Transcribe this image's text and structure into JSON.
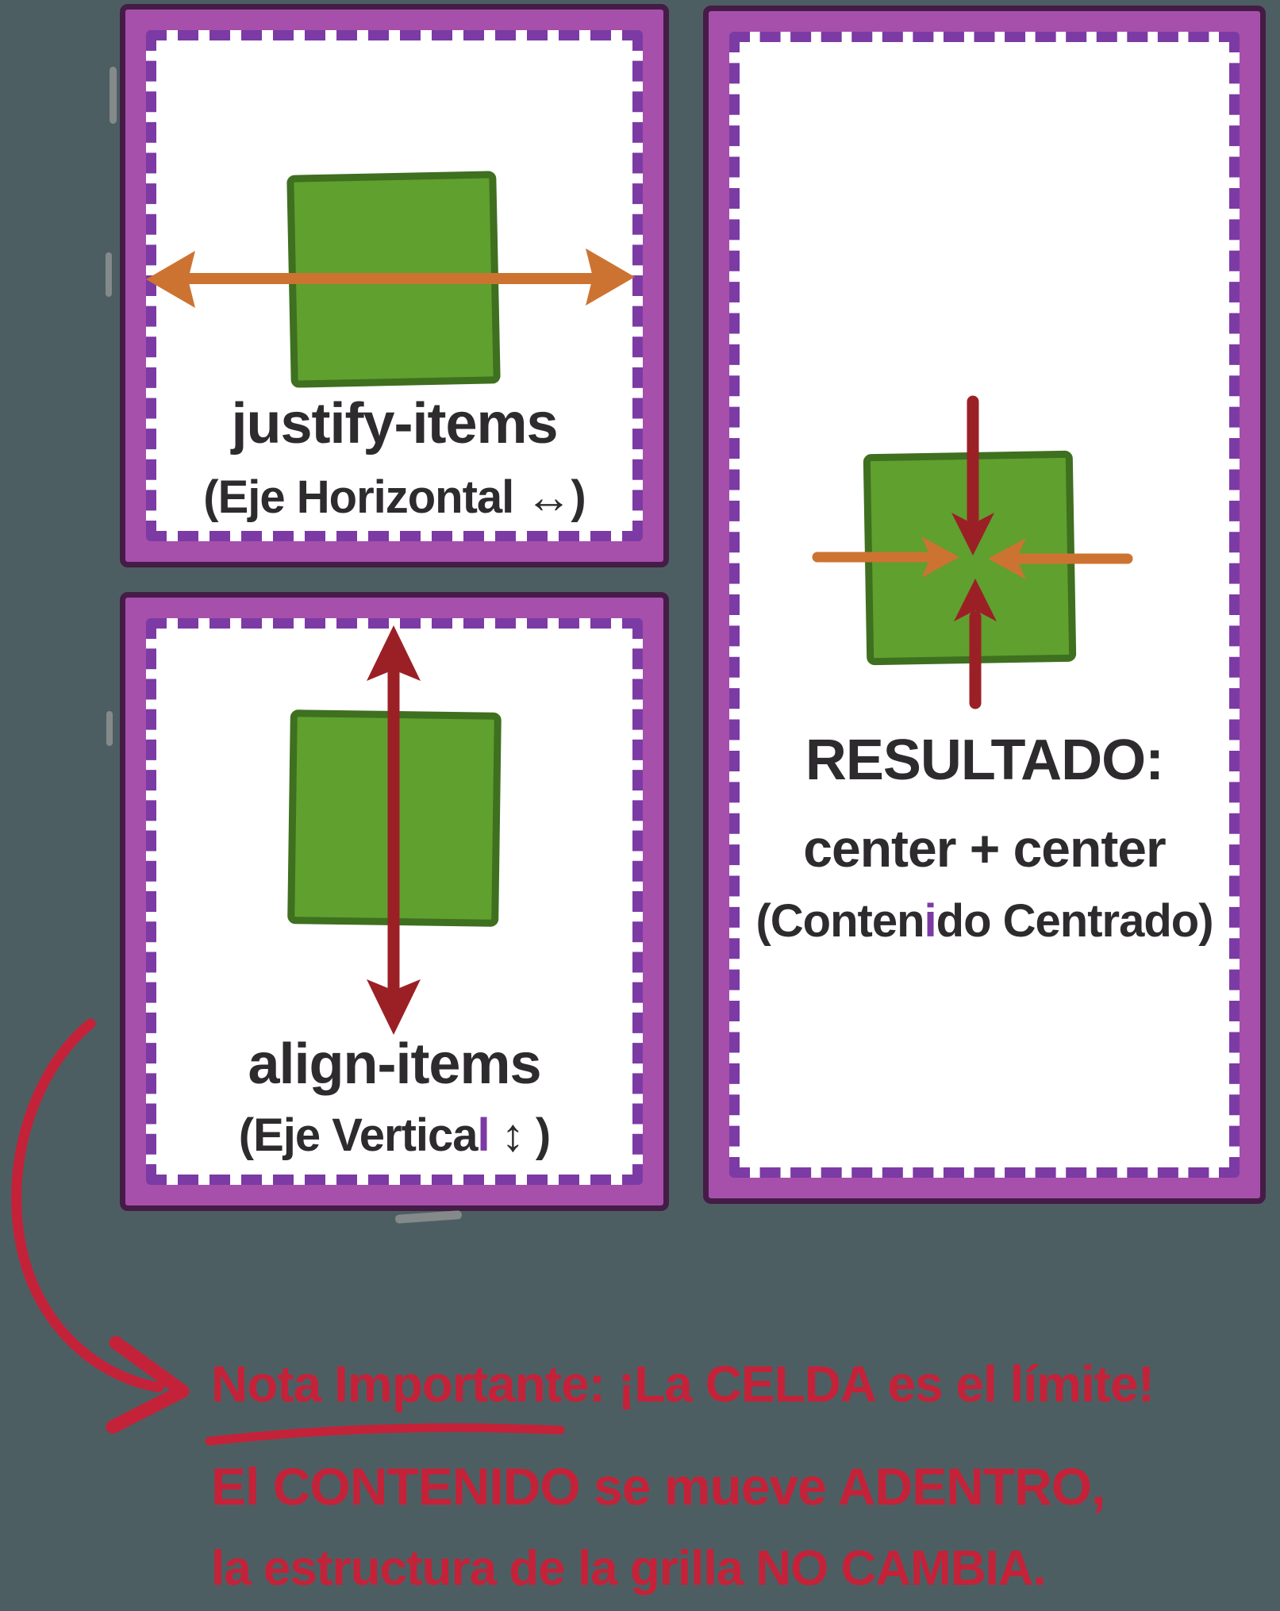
{
  "cells": {
    "justify": {
      "label": "justify-items",
      "sublabel": "(Eje Horizontal ↔)"
    },
    "align": {
      "label": "align-items",
      "sublabel_prefix": "(Eje Vertica",
      "sublabel_accent": "l",
      "sublabel_suffix": " ↕ )"
    },
    "result": {
      "title": "RESULTADO:",
      "subtitle": "center + center",
      "caption_prefix": "(Conten",
      "caption_accent": "i",
      "caption_suffix": "do Centrado)"
    }
  },
  "note": {
    "line1": "Nota Importante: ¡La CELDA es el límite!",
    "line2": "El CONTENIDO se mueve ADENTRO,",
    "line3": "la estructura de la grilla NO CAMBIA."
  },
  "colors": {
    "background": "#4d5e63",
    "cell_frame": "#a650ab",
    "cell_frame_outline": "#441c46",
    "cell_dash": "#7c3aa4",
    "item_fill": "#5fa02f",
    "item_border": "#3e701f",
    "horizontal_axis_orange": "#cd7331",
    "vertical_axis_dark_red": "#9b2026",
    "note_red": "#c42239",
    "label_dark": "#2e2b2e"
  },
  "icons": {
    "horizontal_axis_arrow": "double-headed-horizontal-arrow",
    "vertical_axis_arrow": "double-headed-vertical-arrow",
    "converge_arrows": "four-arrows-converging-to-center",
    "note_arrow": "curved-arrow-pointing-to-note"
  }
}
